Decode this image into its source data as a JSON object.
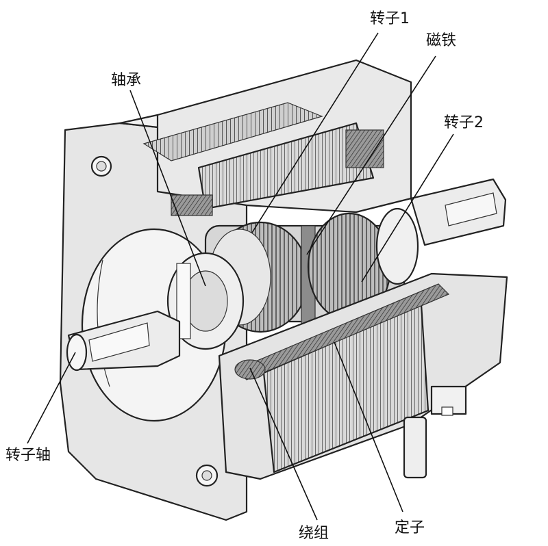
{
  "labels": {
    "rotor1": "转子1",
    "magnet": "磁铁",
    "bearing": "轴承",
    "rotor2": "转子2",
    "rotor_shaft": "转子轴",
    "winding": "绕组",
    "stator": "定子"
  }
}
